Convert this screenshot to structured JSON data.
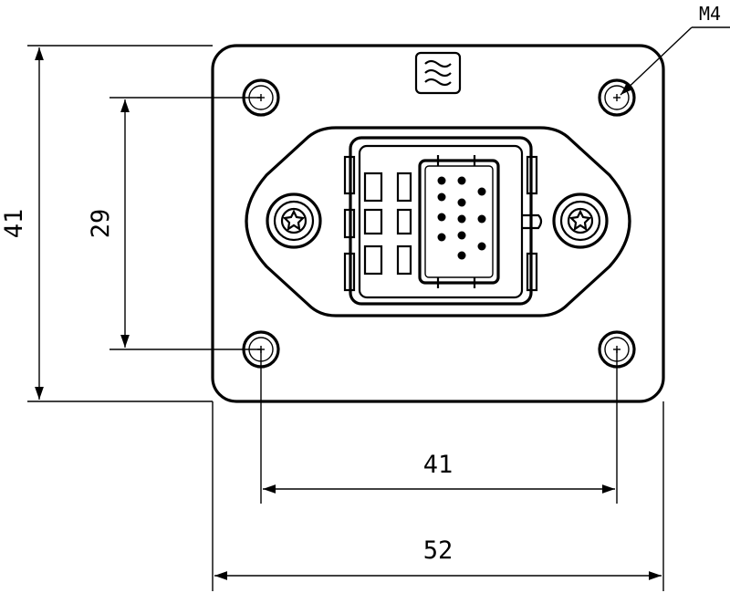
{
  "dimensions": {
    "height_overall": "41",
    "hole_vertical_spacing": "29",
    "hole_horizontal_spacing": "41",
    "width_overall": "52"
  },
  "callouts": {
    "thread": "M4"
  }
}
